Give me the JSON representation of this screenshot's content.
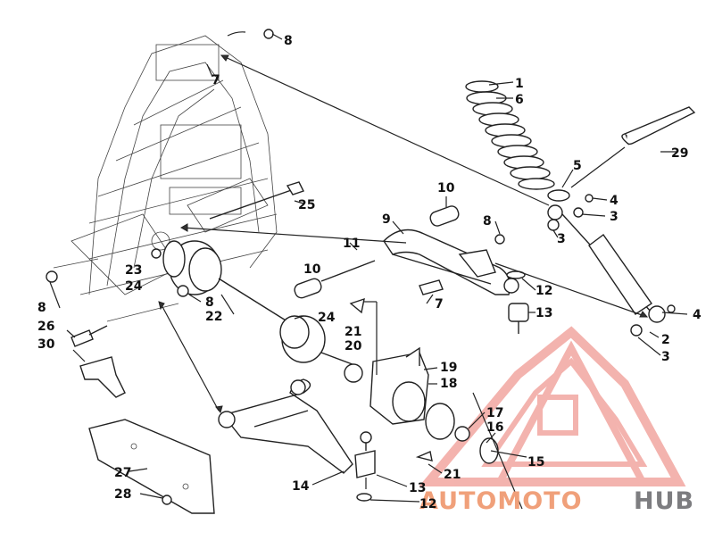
{
  "diagram": {
    "callouts": [
      {
        "id": "c8a",
        "text": "8"
      },
      {
        "id": "c7a",
        "text": "7"
      },
      {
        "id": "c1",
        "text": "1"
      },
      {
        "id": "c6",
        "text": "6"
      },
      {
        "id": "c29",
        "text": "29"
      },
      {
        "id": "c5",
        "text": "5"
      },
      {
        "id": "c4a",
        "text": "4"
      },
      {
        "id": "c3a",
        "text": "3"
      },
      {
        "id": "c3b",
        "text": "3"
      },
      {
        "id": "c25",
        "text": "25"
      },
      {
        "id": "c10a",
        "text": "10"
      },
      {
        "id": "c9",
        "text": "9"
      },
      {
        "id": "c8b",
        "text": "8"
      },
      {
        "id": "c11",
        "text": "11"
      },
      {
        "id": "c23",
        "text": "23"
      },
      {
        "id": "c24a",
        "text": "24"
      },
      {
        "id": "c8c",
        "text": "8"
      },
      {
        "id": "c10b",
        "text": "10"
      },
      {
        "id": "c8d",
        "text": "8"
      },
      {
        "id": "c22",
        "text": "22"
      },
      {
        "id": "c7b",
        "text": "7"
      },
      {
        "id": "c12a",
        "text": "12"
      },
      {
        "id": "c13a",
        "text": "13"
      },
      {
        "id": "c24b",
        "text": "24"
      },
      {
        "id": "c26",
        "text": "26"
      },
      {
        "id": "c21a",
        "text": "21"
      },
      {
        "id": "c20",
        "text": "20"
      },
      {
        "id": "c30",
        "text": "30"
      },
      {
        "id": "c4b",
        "text": "4"
      },
      {
        "id": "c2",
        "text": "2"
      },
      {
        "id": "c3c",
        "text": "3"
      },
      {
        "id": "c19",
        "text": "19"
      },
      {
        "id": "c18",
        "text": "18"
      },
      {
        "id": "c17",
        "text": "17"
      },
      {
        "id": "c16",
        "text": "16"
      },
      {
        "id": "c15",
        "text": "15"
      },
      {
        "id": "c27",
        "text": "27"
      },
      {
        "id": "c14",
        "text": "14"
      },
      {
        "id": "c21b",
        "text": "21"
      },
      {
        "id": "c13b",
        "text": "13"
      },
      {
        "id": "c28",
        "text": "28"
      },
      {
        "id": "c12b",
        "text": "12"
      }
    ],
    "watermark": {
      "text_a": "AUTOMOTO",
      "text_b": "HUB",
      "color_logo": "#f2a6a0",
      "color_a": "#f0a07a",
      "color_b": "#7d7d80"
    }
  }
}
